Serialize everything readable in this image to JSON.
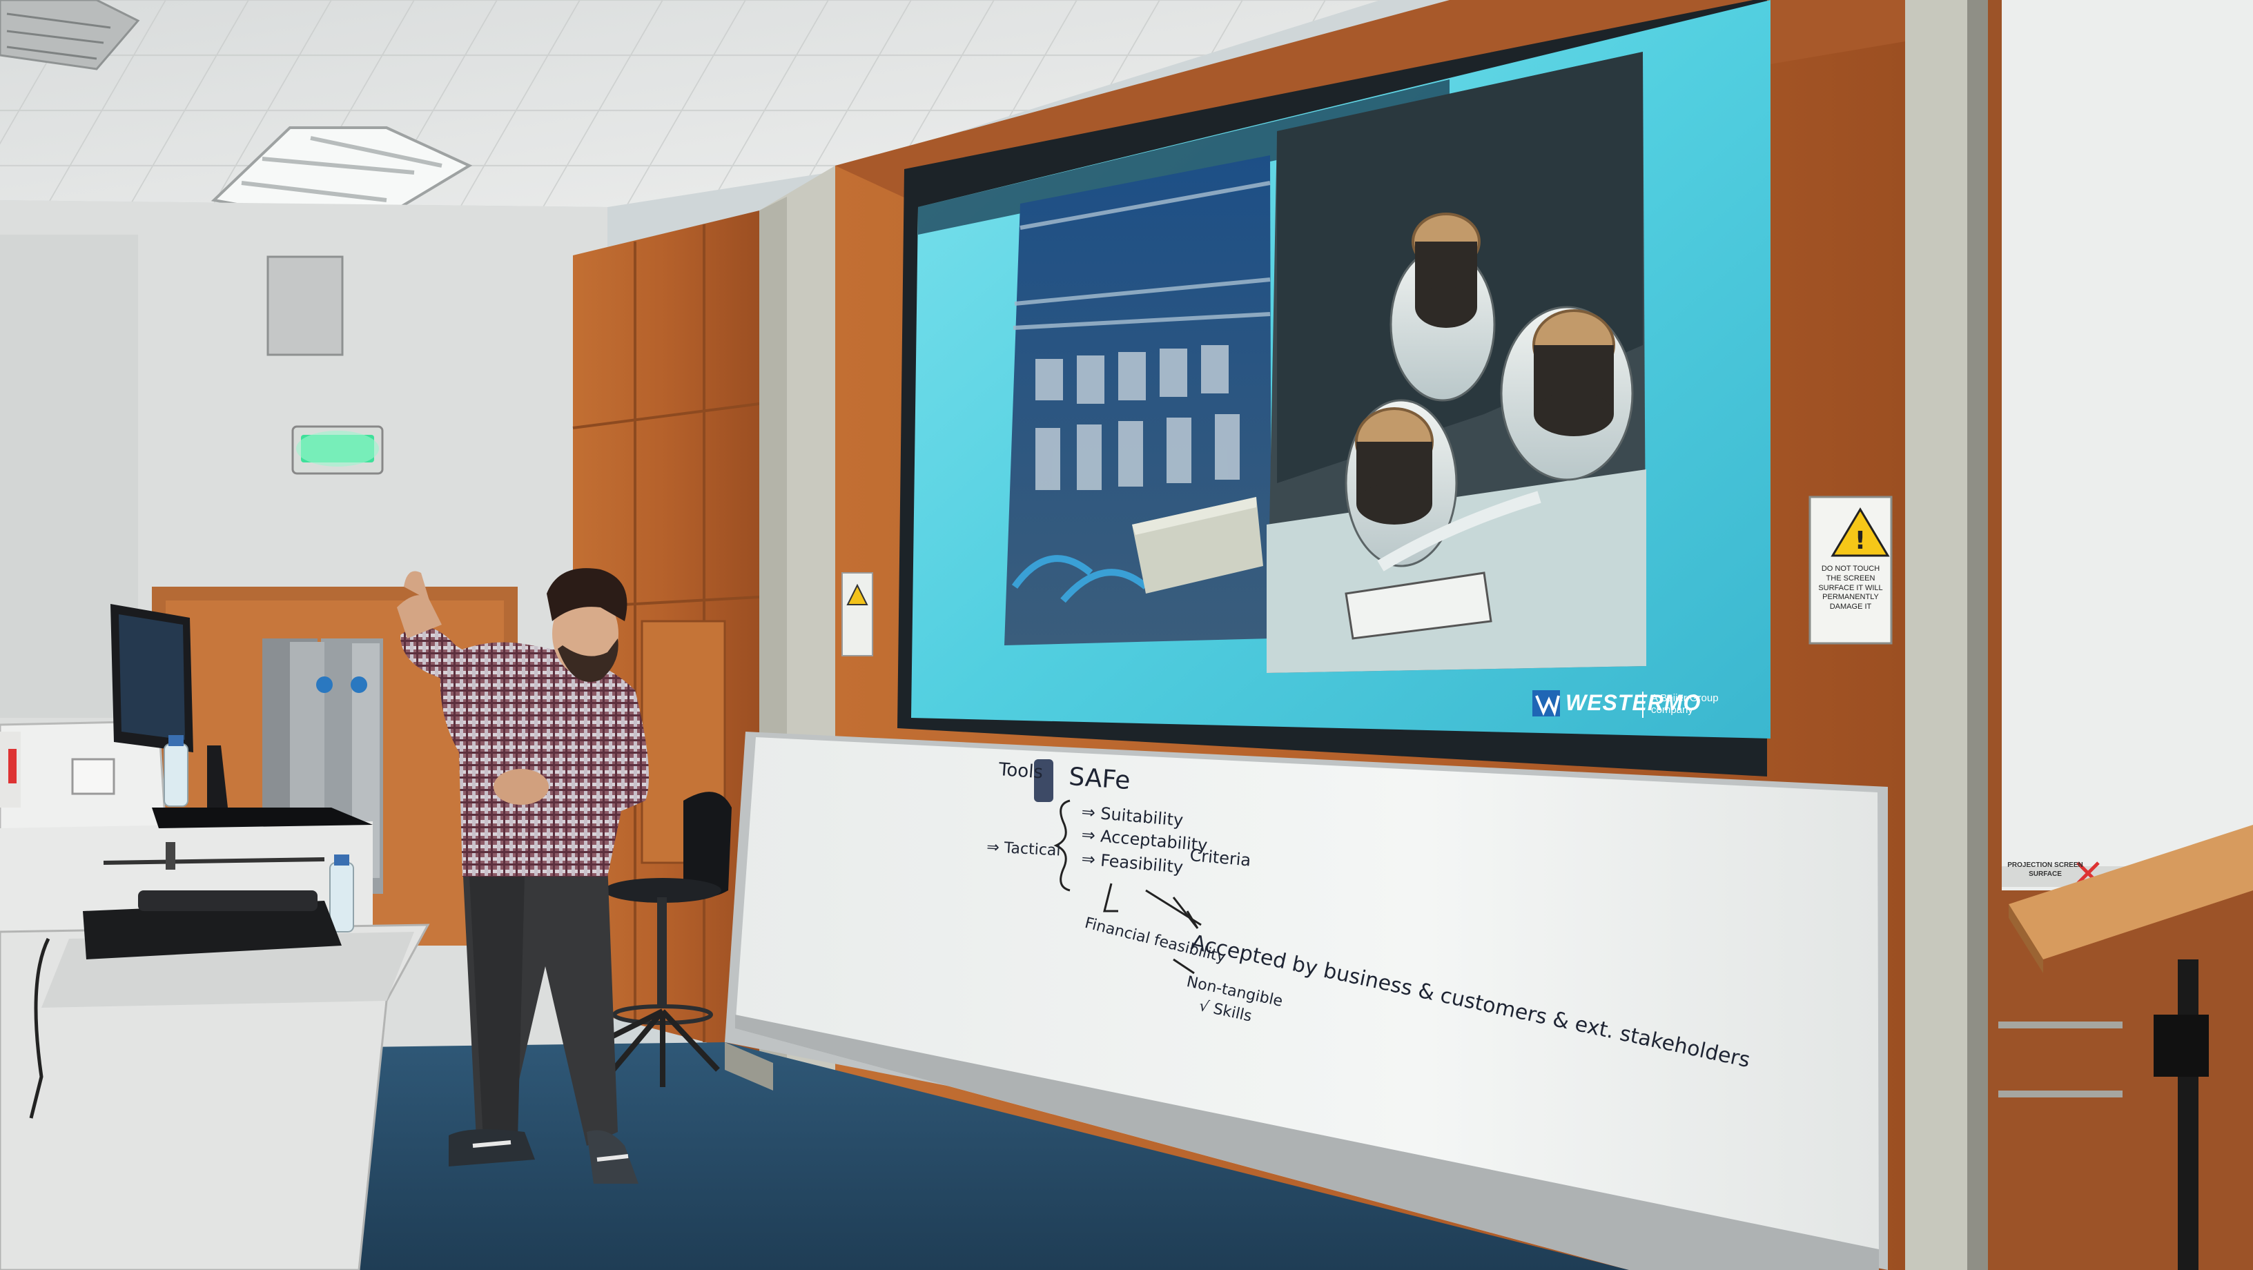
{
  "colors": {
    "ceiling": "#e6e8e7",
    "wall": "#dadcdb",
    "wood": "#b8662e",
    "wood_dark": "#8f4a1f",
    "screen_glow": "#5fd8e6",
    "carpet": "#2b4f6b",
    "whiteboard": "#eef1ef",
    "exit_sign": "#3fe09a",
    "brand_blue": "#1f66b5"
  },
  "slide": {
    "brand_name": "WESTERMO",
    "brand_sub": "A Beijer Group company"
  },
  "whiteboard": {
    "line_tools": "Tools",
    "line_safe": "SAFe",
    "line_suitability": "⇒ Suitability",
    "line_acceptability": "⇒ Acceptability",
    "line_feasibility": "⇒ Feasibility",
    "line_criteria": "Criteria",
    "line_tactical": "⇒ Tactical",
    "line_financial": "Financial feasibility",
    "line_accepted": "Accepted by business & customers & ext. stakeholders",
    "line_nontangible": "Non-tangible",
    "line_skills": "√ Skills"
  },
  "warning_sign": {
    "text": "DO NOT TOUCH THE SCREEN SURFACE IT WILL PERMANENTLY DAMAGE IT"
  },
  "projection_label": {
    "text": "PROJECTION SCREEN SURFACE"
  }
}
